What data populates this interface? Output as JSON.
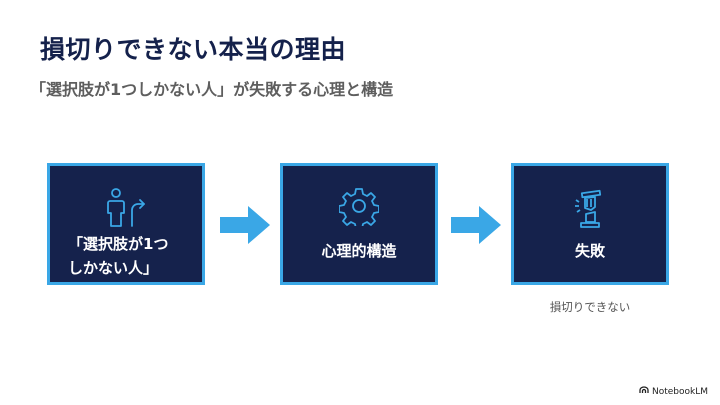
{
  "slide": {
    "title": "損切りできない本当の理由",
    "subtitle": "「選択肢が1つしかない人」が失敗する心理と構造"
  },
  "flow": {
    "steps": [
      {
        "label": "「選択肢が1つ\nしかない人」",
        "icon": "person-with-turn-arrow-icon"
      },
      {
        "label": "心理的構造",
        "icon": "gear-icon"
      },
      {
        "label": "失敗",
        "icon": "broken-pillar-icon",
        "caption": "損切りできない"
      }
    ],
    "arrow_icon": "right-arrow-icon"
  },
  "colors": {
    "box_fill": "#15224c",
    "box_border": "#3aa7e6",
    "arrow": "#3aa7e6",
    "title": "#14214b"
  },
  "branding": {
    "name": "NotebookLM",
    "icon": "notebooklm-logo-icon"
  }
}
